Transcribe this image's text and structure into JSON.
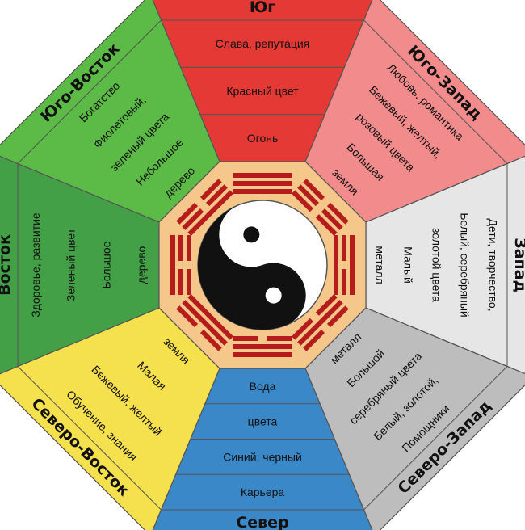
{
  "diagram": {
    "sectors": [
      {
        "id": "south",
        "angle": 0,
        "color": "#e53935",
        "title": "Юг",
        "lines": [
          "Слава, репутация",
          "Красный цвет",
          "Огонь"
        ]
      },
      {
        "id": "southwest",
        "angle": 45,
        "color": "#f28b8b",
        "title": "Юго-Запад",
        "lines": [
          "Любовь, романтика",
          "Бежевый, желтый,",
          "розовый цвета",
          "Большая",
          "земля"
        ]
      },
      {
        "id": "west",
        "angle": 90,
        "color": "#e6e6e6",
        "title": "Запад",
        "lines": [
          "Дети, творчество,",
          "Белый, серебряный",
          "золотой цвета",
          "Малый",
          "металл"
        ]
      },
      {
        "id": "northwest",
        "angle": 135,
        "color": "#bdbdbd",
        "title": "Северо-Запад",
        "lines": [
          "Помощники",
          "Белый, золотой,",
          "серебряный цвета",
          "Большой",
          "металл"
        ]
      },
      {
        "id": "north",
        "angle": 180,
        "color": "#3b88c9",
        "title": "Север",
        "lines": [
          "Карьера",
          "Синий, черный",
          "цвета",
          "Вода"
        ]
      },
      {
        "id": "northeast",
        "angle": 225,
        "color": "#f5e04d",
        "title": "Северо-Восток",
        "lines": [
          "Обучение, знания",
          "Бежевый, желтый",
          "Малая",
          "земля"
        ]
      },
      {
        "id": "east",
        "angle": 270,
        "color": "#43a047",
        "title": "Восток",
        "lines": [
          "Здоровье, развитие",
          "Зеленый цвет",
          "Большое",
          "дерево"
        ]
      },
      {
        "id": "southeast",
        "angle": 315,
        "color": "#5cba47",
        "title": "Юго-Восток",
        "lines": [
          "Богатство",
          "Фиолетовый,",
          "зеленый цвета",
          "Небольшое",
          "дерево"
        ]
      }
    ],
    "trigrams": [
      [
        1,
        1,
        1
      ],
      [
        0,
        0,
        0
      ],
      [
        1,
        0,
        1
      ],
      [
        0,
        1,
        0
      ],
      [
        1,
        1,
        0
      ],
      [
        0,
        1,
        1
      ],
      [
        1,
        0,
        0
      ],
      [
        0,
        0,
        1
      ]
    ],
    "colors": {
      "ring": "#f5c78a",
      "trigram": "#b71c1c",
      "yin": "#111111",
      "yang": "#ffffff",
      "outline": "#555555"
    }
  }
}
